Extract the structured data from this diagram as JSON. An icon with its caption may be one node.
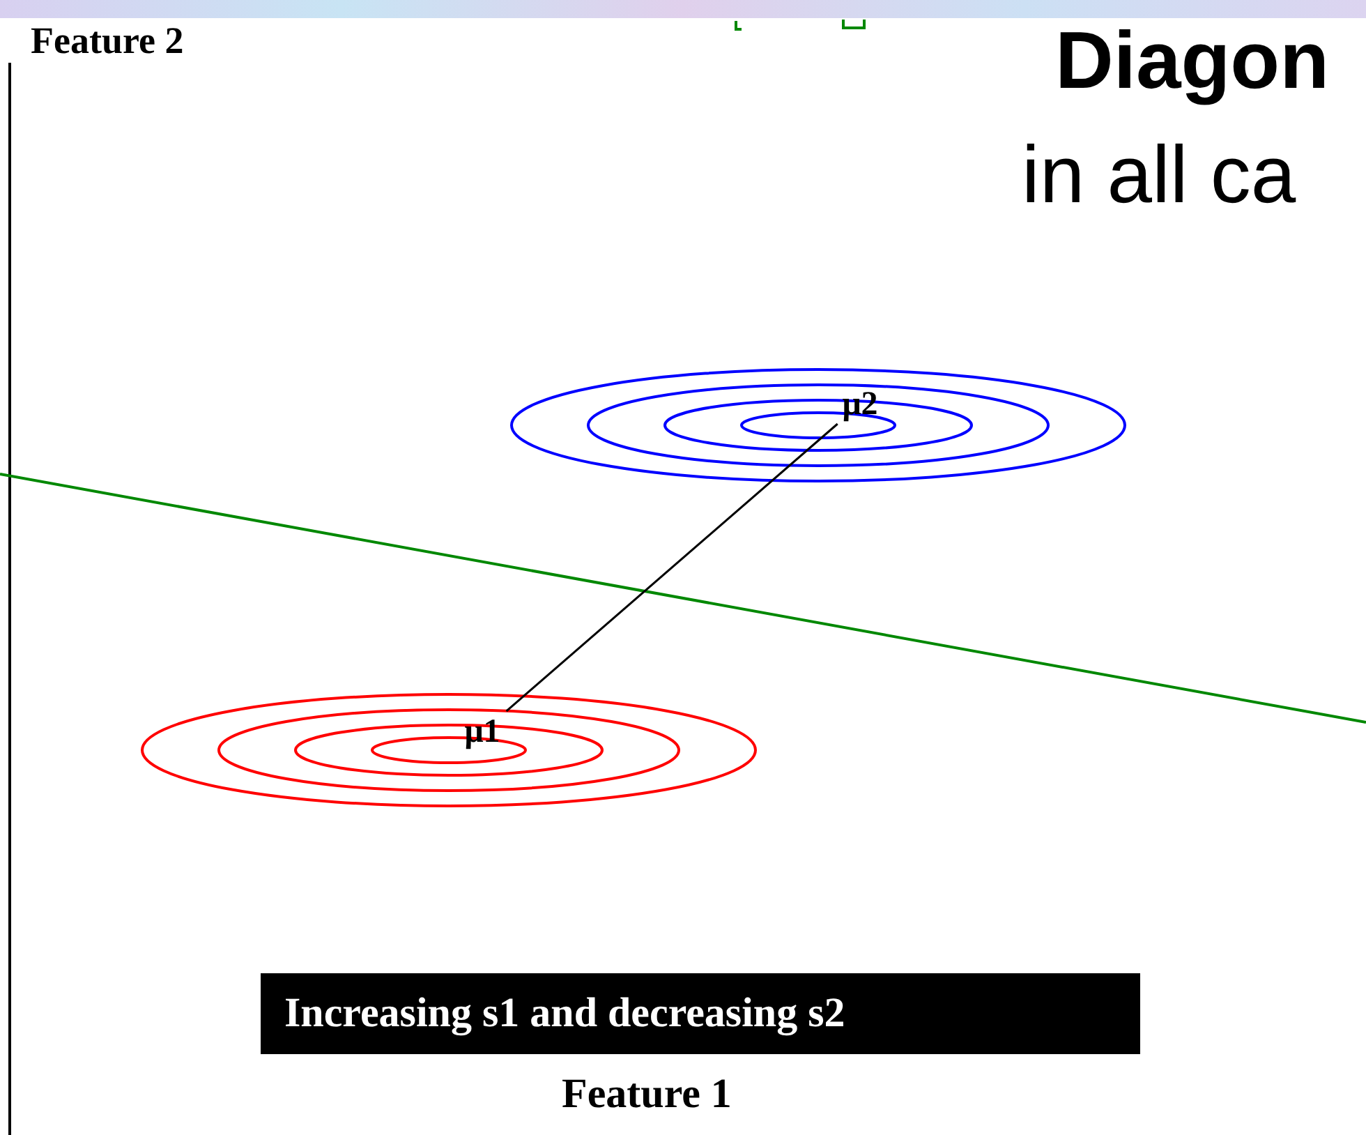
{
  "diagram": {
    "nodes": [
      {
        "text": [
          "μ2"
        ]
      },
      {
        "text": [
          "μ1"
        ]
      }
    ],
    "edges": [
      {
        "from": 1,
        "to": 0,
        "arrow": "none"
      }
    ],
    "labels": [
      "Feature 2",
      "Diagon",
      "in all ca",
      "Increasing s1 and decreasing s2",
      "Feature 1"
    ]
  }
}
